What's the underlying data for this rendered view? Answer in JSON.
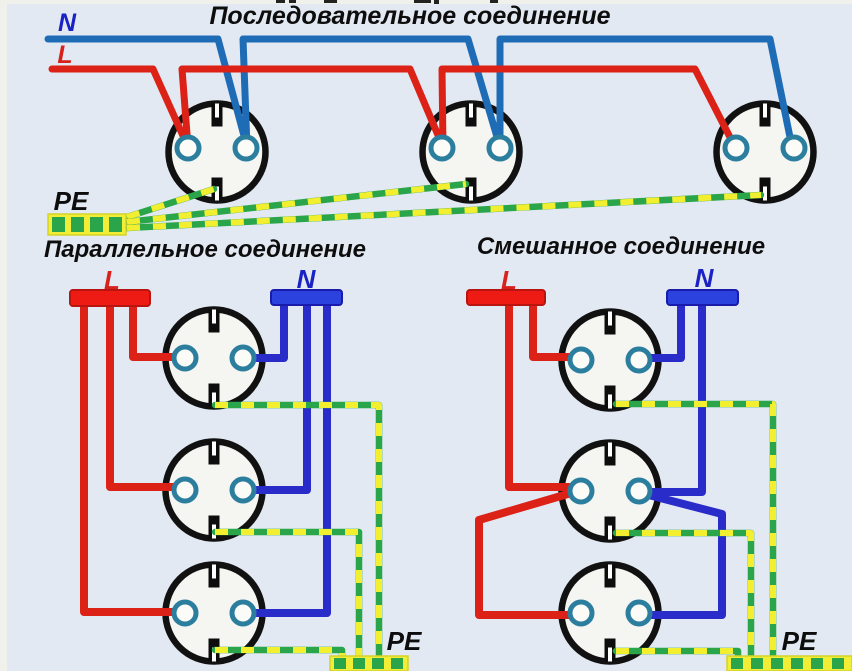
{
  "series": {
    "title": "Последовательное соединение",
    "label_n": "N",
    "label_l": "L",
    "label_pe": "PE",
    "socket_count": 3
  },
  "parallel": {
    "title": "Параллельное соединение",
    "label_l": "L",
    "label_n": "N",
    "label_pe": "PE",
    "socket_count": 3
  },
  "mixed": {
    "title": "Смешанное соединение",
    "label_l": "L",
    "label_n": "N",
    "label_pe": "PE",
    "socket_count": 3
  },
  "colors": {
    "background": "#e3e9f2",
    "neutral_wire_top": "#1f6cb6",
    "neutral_wire_branch": "#2a2cc9",
    "line_wire": "#dc2117",
    "pe_green": "#2aa54a",
    "pe_yellow": "#f2ee30",
    "terminal_ring": "#2b7e9e",
    "socket_outline": "#111111",
    "n_label": "#1a22c4",
    "l_label": "#d8211a",
    "title_text": "#0d0d0d"
  }
}
